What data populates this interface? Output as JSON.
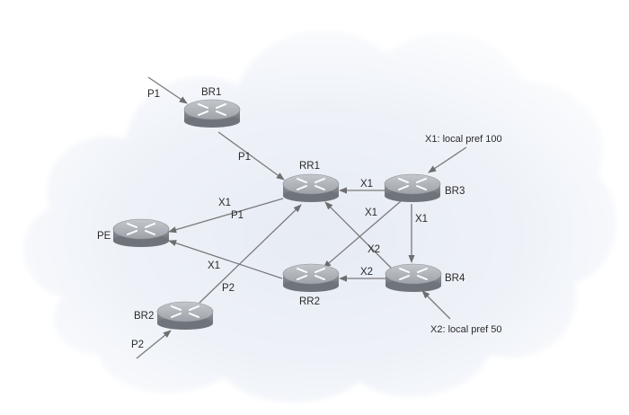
{
  "routers": {
    "br1": "BR1",
    "rr1": "RR1",
    "br3": "BR3",
    "pe": "PE",
    "rr2": "RR2",
    "br4": "BR4",
    "br2": "BR2"
  },
  "links": {
    "in_br1": "P1",
    "br1_rr1": "P1",
    "br3_rr1": "X1",
    "rr1_pe_x": "X1",
    "rr1_pe_p": "P1",
    "br3_rr2": "X1",
    "br3_br4": "X1",
    "br4_rr1": "X2",
    "br4_rr2": "X2",
    "rr2_pe": "X1",
    "br2_rr1": "P2",
    "in_br2": "P2"
  },
  "notes": {
    "x1_pref": "X1: local pref 100",
    "x2_pref": "X2: local pref 50"
  },
  "colors": {
    "arrow": "#7a7a7a",
    "router_top": "#a9aeb4",
    "router_side": "#8d9298"
  }
}
